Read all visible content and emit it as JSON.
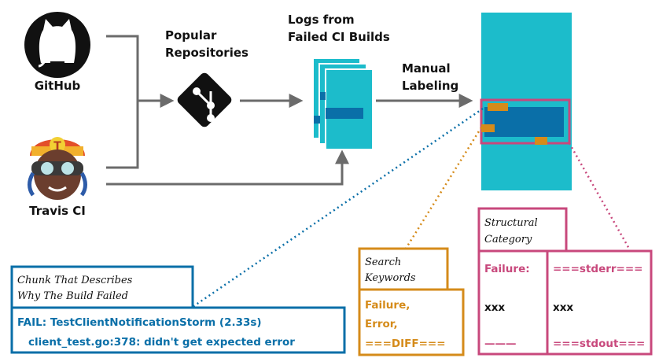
{
  "sources": {
    "github_label": "GitHub",
    "travis_label": "Travis CI",
    "travis_badge": "T"
  },
  "steps": {
    "popular_repos": [
      "Popular",
      "Repositories"
    ],
    "logs": [
      "Logs from",
      "Failed CI Builds"
    ],
    "manual_labeling": [
      "Manual",
      "Labeling"
    ]
  },
  "chunk_box": {
    "title": [
      "Chunk That Describes",
      "Why The Build Failed"
    ],
    "lines": [
      "FAIL: TestClientNotificationStorm (2.33s)",
      "client_test.go:378: didn't get expected error"
    ]
  },
  "search_keywords": {
    "title": [
      "Search",
      "Keywords"
    ],
    "values": [
      "Failure,",
      "Error,",
      "===DIFF==="
    ]
  },
  "structural": {
    "title": [
      "Structural",
      "Category"
    ],
    "left_col": [
      "Failure:",
      "xxx",
      "———"
    ],
    "right_col": [
      "===stderr===",
      "xxx",
      "===stdout==="
    ]
  },
  "colors": {
    "teal": "#1CBCCB",
    "blue": "#0A6FA8",
    "orange": "#D58B1A",
    "pink": "#C8487C",
    "arrow": "#6B6B6B",
    "dark_blue_text": "#0A6FA8",
    "dark_blue_border": "#0A6FA8"
  },
  "icons": {
    "github": "github-octocat-icon",
    "git": "git-diamond-icon",
    "travis": "travis-mascot-icon"
  }
}
